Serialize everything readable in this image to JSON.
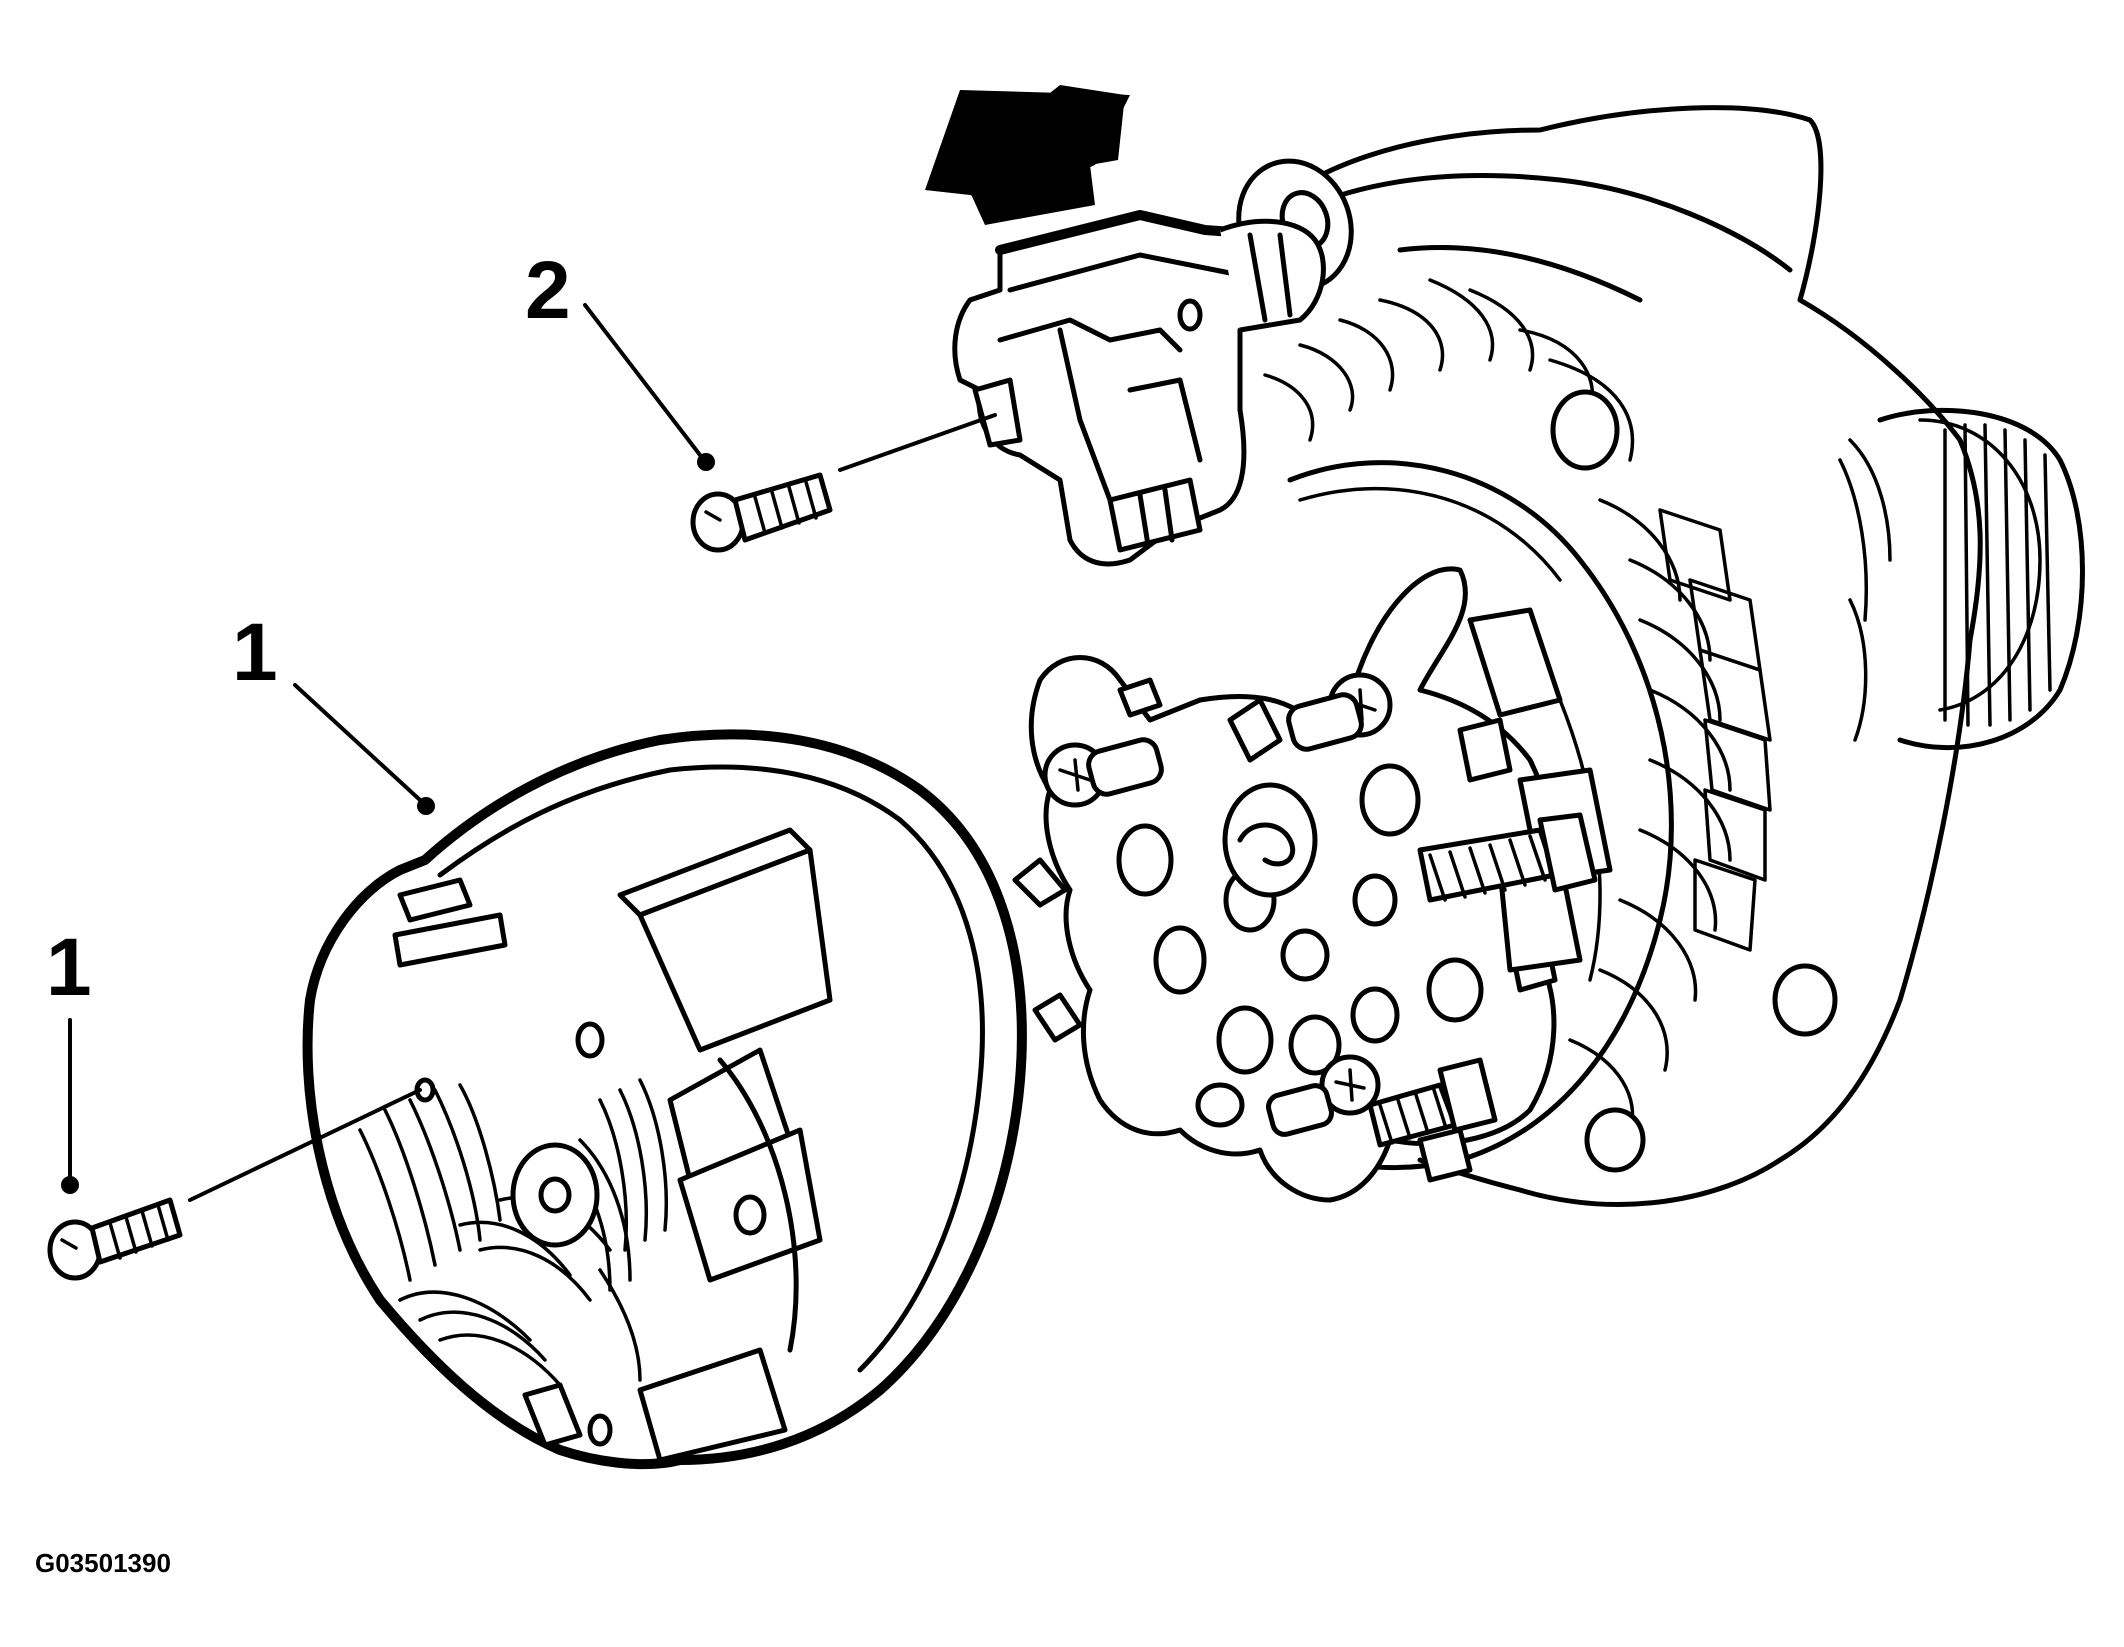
{
  "callouts": {
    "upper_left_one": "1",
    "lower_left_one": "1",
    "two": "2"
  },
  "figure_id": "G03501390",
  "colors": {
    "ink": "#000000",
    "background": "#ffffff"
  }
}
